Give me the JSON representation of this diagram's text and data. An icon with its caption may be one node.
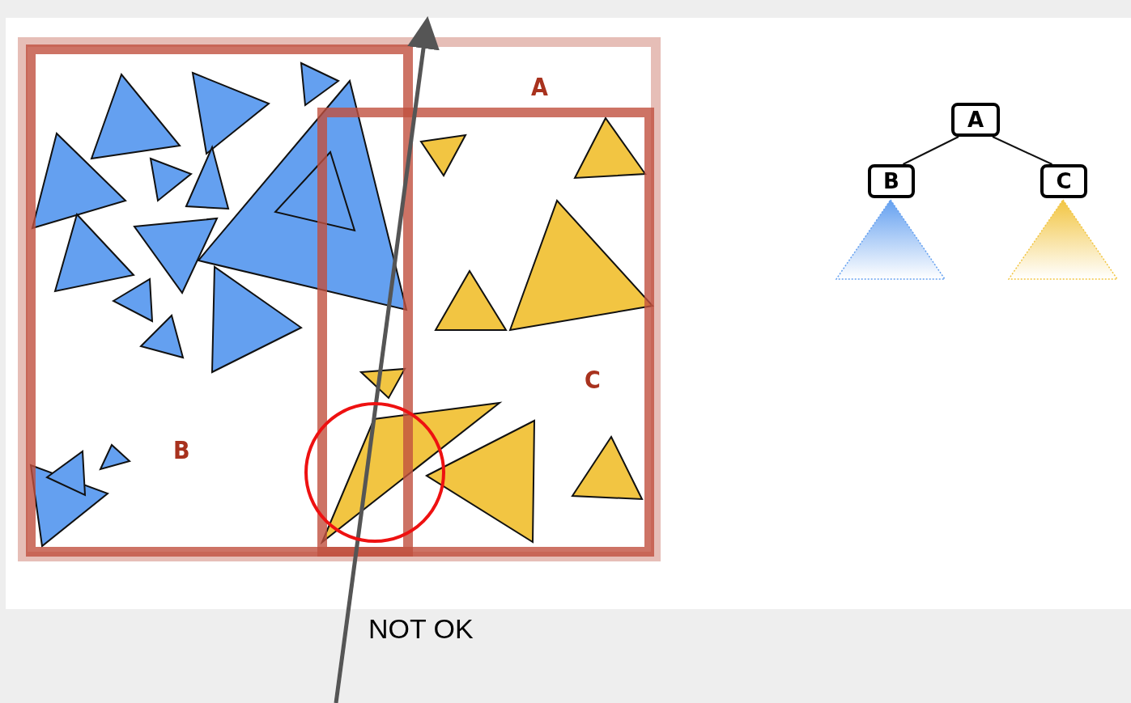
{
  "diagram": {
    "nodes": [
      {
        "text": [
          "A"
        ]
      },
      {
        "text": [
          "B"
        ],
        "in": 0
      },
      {
        "text": [
          "C"
        ],
        "in": 0
      },
      {
        "text": [
          "A"
        ]
      },
      {
        "text": [
          "B"
        ]
      },
      {
        "text": [
          "C"
        ]
      },
      {
        "text": [],
        "shape": "triangle"
      },
      {
        "text": [],
        "shape": "triangle"
      }
    ],
    "edges": [
      {
        "from": 3,
        "to": 4,
        "arrow": "none"
      },
      {
        "from": 3,
        "to": 5,
        "arrow": "none"
      }
    ],
    "labels": [
      "NOT OK"
    ]
  }
}
